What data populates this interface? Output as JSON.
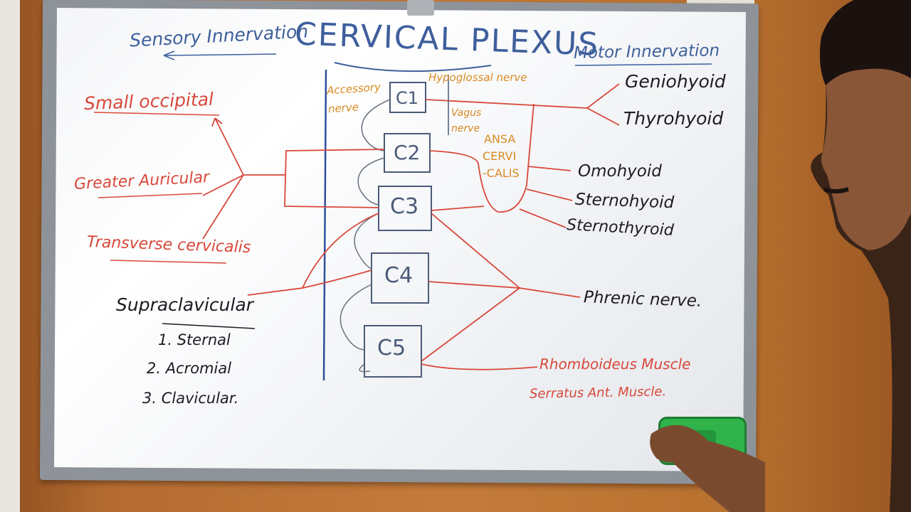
{
  "board": {
    "title": "CERVICAL PLEXUS",
    "sensory_heading": "Sensory Innervation",
    "motor_heading": "Motor Innervation"
  },
  "roots": [
    "C1",
    "C2",
    "C3",
    "C4",
    "C5"
  ],
  "sensory_branches": {
    "small_occipital": "Small occipital",
    "greater_auricular": "Greater Auricular",
    "transverse_cervicalis": "Transverse cervicalis"
  },
  "supraclavicular": {
    "heading": "Supraclavicular",
    "items": [
      "1. Sternal",
      "2. Acromial",
      "3. Clavicular."
    ]
  },
  "center_labels": {
    "accessory": "Accessory nerve",
    "hypoglossal": "Hypoglossal nerve",
    "vagus": "Vagus nerve",
    "ansa": [
      "ANSA",
      "CERVI",
      "-CALIS"
    ]
  },
  "motor_muscles": {
    "geniohyoid": "Geniohyoid",
    "thyrohyoid": "Thyrohyoid",
    "omohyoid": "Omohyoid",
    "sternohyoid": "Sternohyoid",
    "sternothyroid": "Sternothyroid",
    "phrenic": "Phrenic nerve."
  },
  "other_muscles": {
    "rhomboideus": "Rhomboideus Muscle",
    "serratus": "Serratus Ant. Muscle."
  },
  "colors": {
    "red_marker": "#d8483a",
    "blue_marker": "#3e5f9c",
    "black_marker": "#1c1c22",
    "orange_marker": "#d98a22",
    "eraser": "#2fb34a"
  }
}
